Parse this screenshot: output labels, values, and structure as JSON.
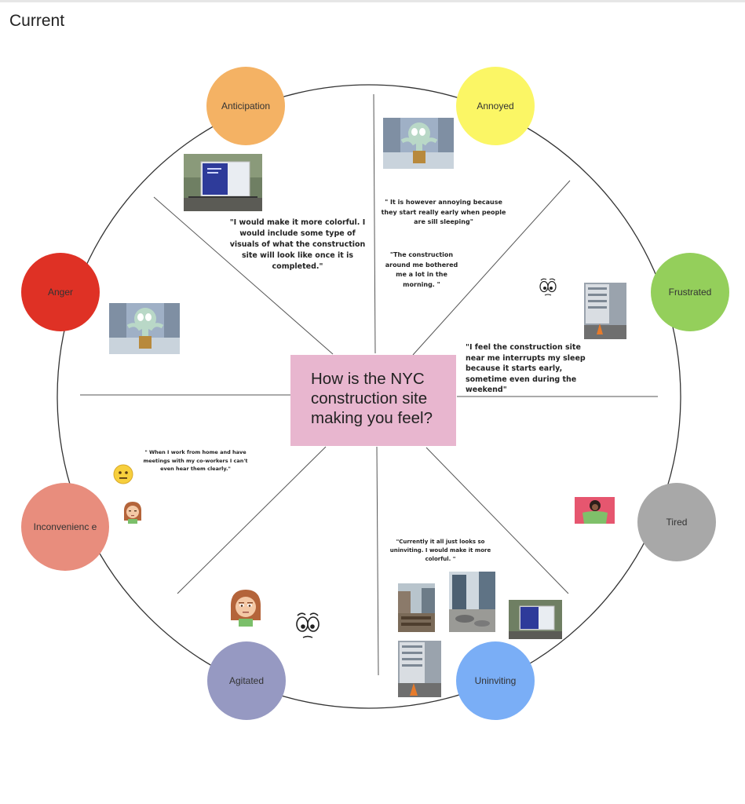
{
  "page": {
    "title": "Current"
  },
  "center": {
    "question": "How is the NYC construction site making you feel?"
  },
  "emotions": {
    "anticipation": {
      "label": "Anticipation",
      "color": "#f4b264"
    },
    "annoyed": {
      "label": "Annoyed",
      "color": "#fbf665"
    },
    "frustrated": {
      "label": "Frustrated",
      "color": "#94cf5b"
    },
    "tired": {
      "label": "Tired",
      "color": "#a8a8a8"
    },
    "uninviting": {
      "label": "Uninviting",
      "color": "#7aaef6"
    },
    "agitated": {
      "label": "Agitated",
      "color": "#9699c2"
    },
    "inconvenience": {
      "label": "Inconvenienc e",
      "color": "#e88d7d"
    },
    "anger": {
      "label": "Anger",
      "color": "#df3125"
    }
  },
  "quotes": {
    "colorful_visuals": "\"I would make it more colorful. I would include some type of visuals of what the construction site will look like once it is completed.\"",
    "annoying_early": "\" It is however annoying because they start really early when people are sill sleeping\"",
    "bothered_morning": "\"The construction around me bothered me a lot in the morning. \"",
    "interrupts_sleep": "\"I feel the construction site near me interrupts my sleep because it starts early, sometime even during the weekend\"",
    "work_from_home": "\" When I work from home and have meetings with my co-workers I can't even hear them clearly.\"",
    "uninviting_colorful": "\"Currently it all just looks so uninviting. I would make it more colorful. \""
  },
  "icons": {
    "cartoon": "squidward-cartoon-icon",
    "billboard": "billboard-photo-icon",
    "street": "construction-street-photo-icon",
    "neutral": "neutral-face-icon",
    "worried": "worried-eyes-icon",
    "annoyed_girl": "annoyed-girl-icon",
    "shrug": "shrugging-person-photo-icon"
  },
  "colors": {
    "circle_stroke": "#333333",
    "spoke_stroke": "#555555",
    "center_fill": "#e8b6cf"
  }
}
